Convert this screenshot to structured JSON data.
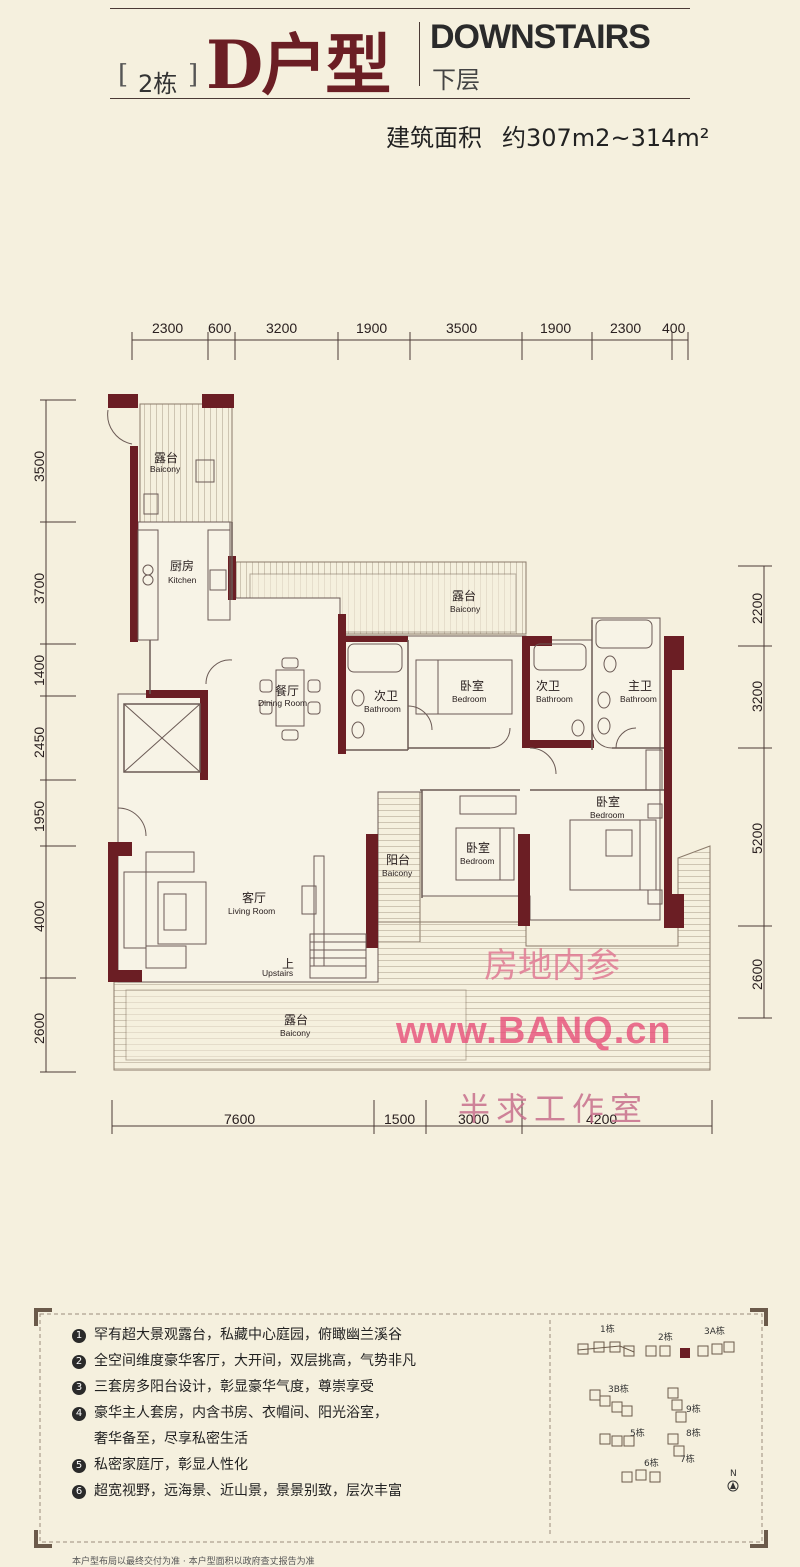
{
  "header": {
    "building": "2栋",
    "unit_type": "D户型",
    "level_en": "DOWNSTAIRS",
    "level_cn": "下层",
    "area_label": "建筑面积",
    "area_value": "约307m2~314m²"
  },
  "dimensions": {
    "top": [
      "2300",
      "600",
      "3200",
      "1900",
      "3500",
      "1900",
      "2300",
      "400"
    ],
    "bottom": [
      "7600",
      "1500",
      "3000",
      "4200"
    ],
    "left": [
      "3500",
      "3700",
      "1400",
      "2450",
      "1950",
      "4000",
      "2600"
    ],
    "right": [
      "2200",
      "3200",
      "5200",
      "2600"
    ]
  },
  "rooms": {
    "balcony_top_cn": "露台",
    "balcony_top_en": "Baicony",
    "kitchen_cn": "厨房",
    "kitchen_en": "Kitchen",
    "terrace_mid_cn": "露台",
    "terrace_mid_en": "Baicony",
    "dining_cn": "餐厅",
    "dining_en": "Dining Room",
    "bath1_cn": "次卫",
    "bath1_en": "Bathroom",
    "bed1_cn": "卧室",
    "bed1_en": "Bedroom",
    "bath2_cn": "次卫",
    "bath2_en": "Bathroom",
    "master_bath_cn": "主卫",
    "master_bath_en": "Bathroom",
    "master_bed_cn": "卧室",
    "master_bed_en": "Bedroom",
    "bed2_cn": "卧室",
    "bed2_en": "Bedroom",
    "yangtai_cn": "阳台",
    "yangtai_en": "Baicony",
    "living_cn": "客厅",
    "living_en": "Living Room",
    "stairs_cn": "上",
    "stairs_en": "Upstairs",
    "terrace_bottom_cn": "露台",
    "terrace_bottom_en": "Baicony"
  },
  "watermarks": {
    "line1": "房地内参",
    "line2": "www.BANQ.cn",
    "line3": "半求工作室"
  },
  "features": [
    {
      "num": "1",
      "text": "罕有超大景观露台，私藏中心庭园，俯瞰幽兰溪谷"
    },
    {
      "num": "2",
      "text": "全空间维度豪华客厅，大开间，双层挑高，气势非凡"
    },
    {
      "num": "3",
      "text": "三套房多阳台设计，彰显豪华气度，尊崇享受"
    },
    {
      "num": "4",
      "text": "豪华主人套房，内含书房、衣帽间、阳光浴室，"
    },
    {
      "num": "",
      "text": "奢华备至，尽享私密生活"
    },
    {
      "num": "5",
      "text": "私密家庭厅，彰显人性化"
    },
    {
      "num": "6",
      "text": "超宽视野，远海景、近山景，景景别致，层次丰富"
    }
  ],
  "site_plan": {
    "labels": [
      "1栋",
      "2栋",
      "3A栋",
      "3B栋",
      "9栋",
      "5栋",
      "8栋",
      "7栋",
      "6栋"
    ],
    "north": "N"
  },
  "footnote": "本户型布局以最终交付为准 · 本户型面积以政府查丈报告为准",
  "colors": {
    "background": "#f5f0de",
    "wall": "#6b1e24",
    "title": "#6b1e24",
    "line": "#4a3a35"
  }
}
